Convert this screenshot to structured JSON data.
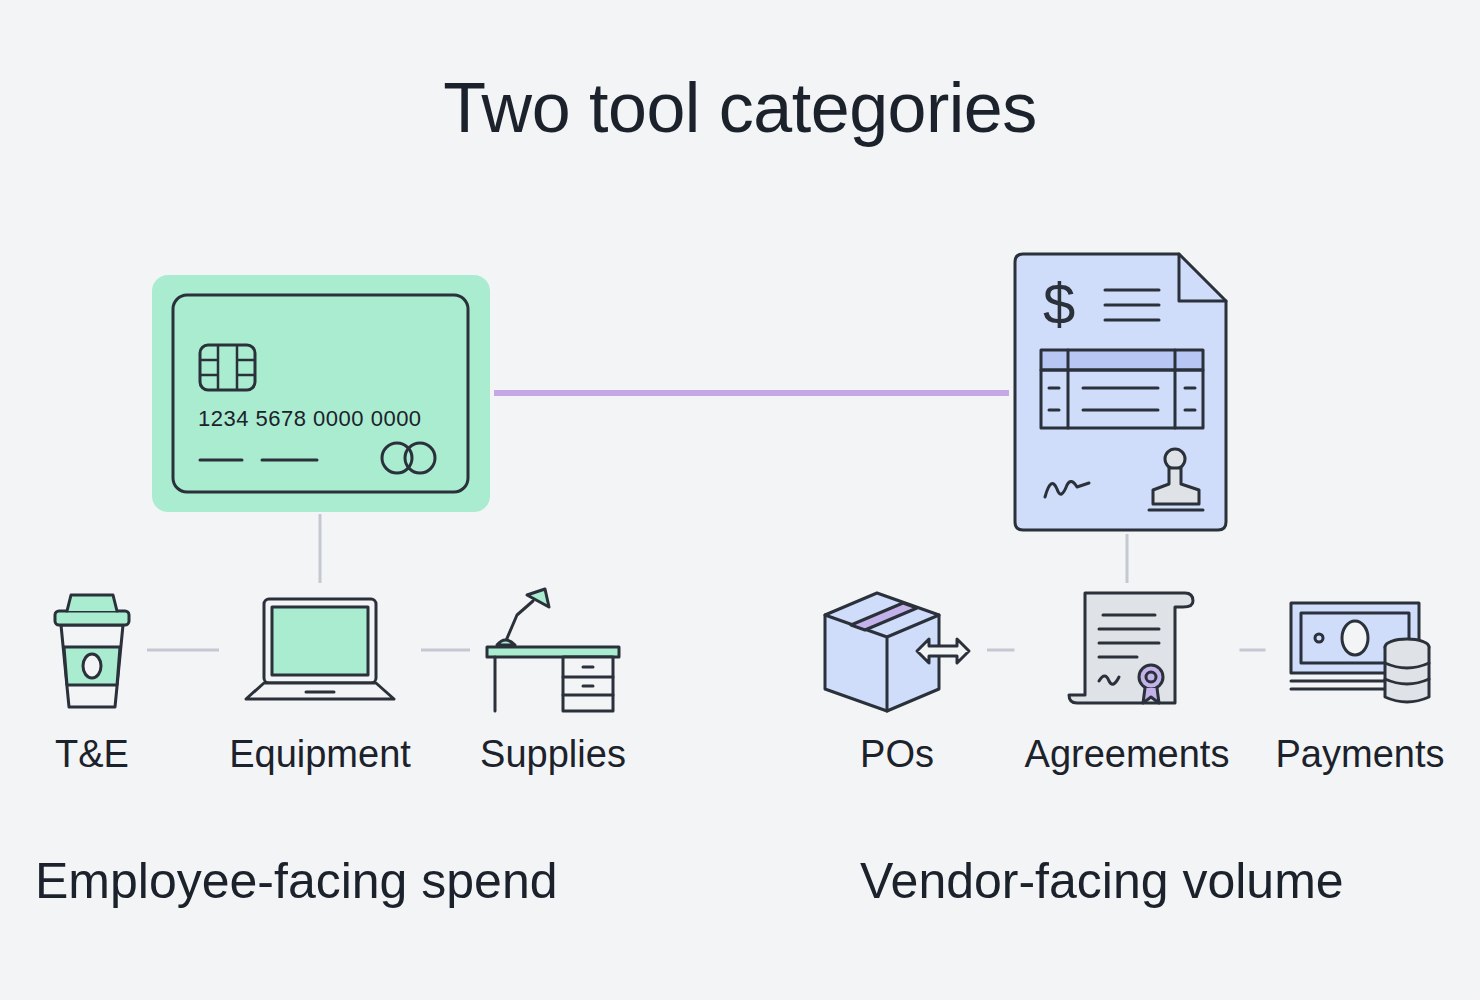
{
  "diagram": {
    "title": "Two tool categories",
    "nodes": [
      {
        "text": [
          "1234 5678 0000 0000"
        ]
      },
      {
        "text": [
          "T&E"
        ]
      },
      {
        "text": [
          "Equipment"
        ]
      },
      {
        "text": [
          "Supplies"
        ]
      },
      {
        "text": [
          "$"
        ]
      },
      {
        "text": [
          "POs"
        ]
      },
      {
        "text": [
          "Agreements"
        ]
      },
      {
        "text": [
          "Payments"
        ]
      }
    ],
    "edges": [
      {
        "from": 0,
        "to": 2,
        "arrow": "none"
      },
      {
        "from": 1,
        "to": 2,
        "arrow": "none"
      },
      {
        "from": 2,
        "to": 3,
        "arrow": "none"
      },
      {
        "from": 0,
        "to": 4,
        "arrow": "none"
      },
      {
        "from": 4,
        "to": 6,
        "arrow": "none"
      },
      {
        "from": 5,
        "to": 6,
        "arrow": "none"
      },
      {
        "from": 6,
        "to": 7,
        "arrow": "none"
      }
    ],
    "labels": [
      "Employee-facing spend",
      "Vendor-facing volume"
    ]
  }
}
